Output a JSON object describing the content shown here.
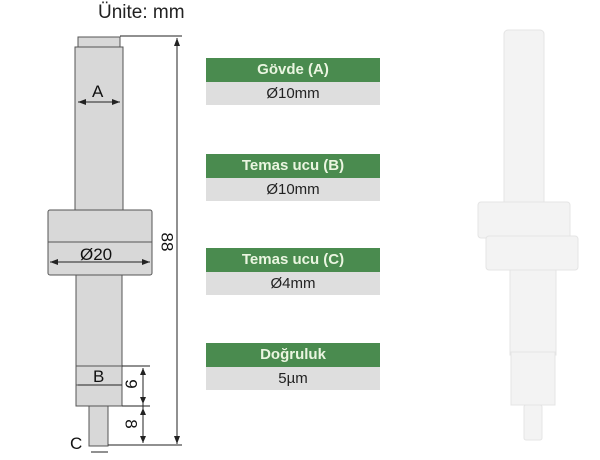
{
  "header": {
    "unit_label": "Ünite: mm"
  },
  "drawing": {
    "labels": {
      "a": "A",
      "b": "B",
      "c": "C",
      "collar_dia": "Ø20",
      "total_length": "88",
      "dim_b": "9",
      "dim_c": "8"
    }
  },
  "specs": [
    {
      "title": "Gövde (A)",
      "value": "Ø10mm"
    },
    {
      "title": "Temas ucu (B)",
      "value": "Ø10mm"
    },
    {
      "title": "Temas ucu (C)",
      "value": "Ø4mm"
    },
    {
      "title": "Doğruluk",
      "value": "5µm"
    }
  ],
  "colors": {
    "header_green": "#4a8b4f",
    "value_gray": "#dedede",
    "part_gray": "#d9d9d9"
  }
}
